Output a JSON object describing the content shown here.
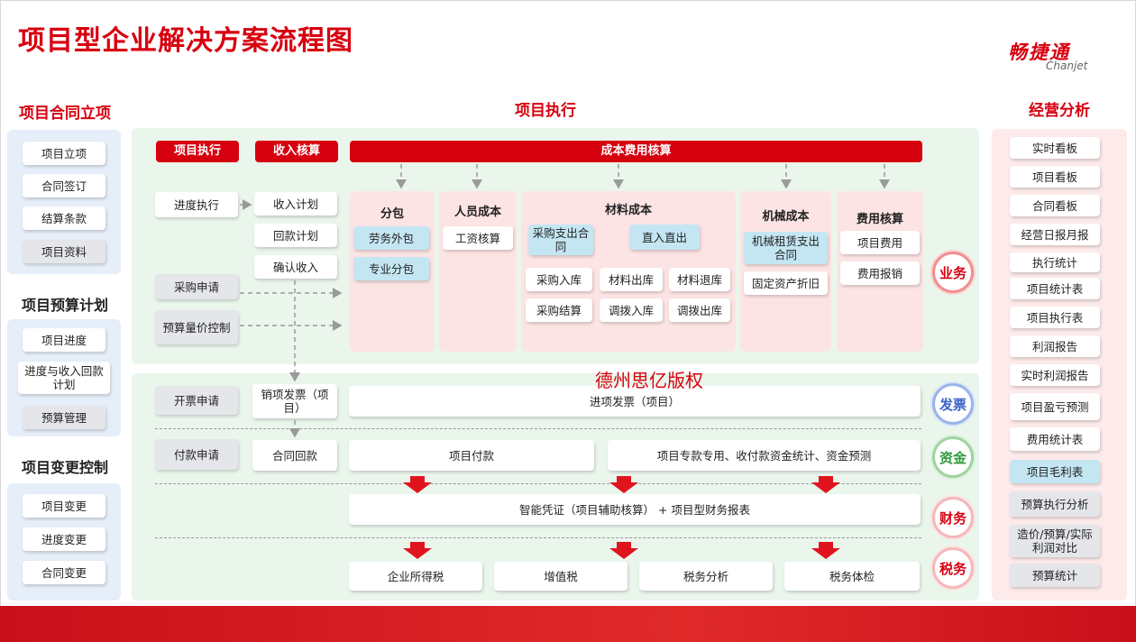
{
  "header": {
    "title": "项目型企业解决方案流程图",
    "logo_cn": "畅捷通",
    "logo_en": "Chanjet"
  },
  "left": {
    "section1_title": "项目合同立项",
    "section1_items": [
      "项目立项",
      "合同签订",
      "结算条款",
      "项目资料"
    ],
    "section2_title": "项目预算计划",
    "section2_items": [
      "项目进度",
      "进度与收入回款计划",
      "预算管理"
    ],
    "section3_title": "项目变更控制",
    "section3_items": [
      "项目变更",
      "进度变更",
      "合同变更"
    ]
  },
  "middle": {
    "title": "项目执行",
    "bar_exec": "项目执行",
    "bar_income": "收入核算",
    "bar_cost": "成本费用核算",
    "exec_items": [
      "进度执行",
      "采购申请",
      "预算量价控制"
    ],
    "income_items": [
      "收入计划",
      "回款计划",
      "确认收入"
    ],
    "subcontract": {
      "title": "分包",
      "items": [
        "劳务外包",
        "专业分包"
      ]
    },
    "labor": {
      "title": "人员成本",
      "items": [
        "工资核算"
      ]
    },
    "material": {
      "title": "材料成本",
      "items": [
        "采购支出合同",
        "直入直出",
        "采购入库",
        "材料出库",
        "材料退库",
        "采购结算",
        "调拨入库",
        "调拨出库"
      ]
    },
    "machine": {
      "title": "机械成本",
      "items": [
        "机械租赁支出合同",
        "固定资产折旧"
      ]
    },
    "expense": {
      "title": "费用核算",
      "items": [
        "项目费用",
        "费用报销"
      ]
    },
    "invoice": {
      "apply": "开票申请",
      "sales": "销项发票（项目）",
      "input": "进项发票（项目）"
    },
    "fund": {
      "apply": "付款申请",
      "contract": "合同回款",
      "pay": "项目付款",
      "special": "项目专款专用、收付款资金统计、资金预测"
    },
    "finance": {
      "voucher": "智能凭证（项目辅助核算）   + 项目型财务报表"
    },
    "tax": {
      "items": [
        "企业所得税",
        "增值税",
        "税务分析",
        "税务体检"
      ]
    },
    "labels": {
      "business": "业务",
      "invoice": "发票",
      "fund": "资金",
      "finance": "财务",
      "tax": "税务"
    },
    "watermark": "德州思亿版权"
  },
  "right": {
    "title": "经营分析",
    "items": [
      "实时看板",
      "项目看板",
      "合同看板",
      "经营日报月报",
      "执行统计",
      "项目统计表",
      "项目执行表",
      "利润报告",
      "实时利润报告",
      "项目盈亏预测",
      "费用统计表",
      "项目毛利表",
      "预算执行分析",
      "造价/预算/实际利润对比",
      "预算统计"
    ]
  },
  "colors": {
    "brand": "#d7000f",
    "left_panel": "#e6eef9",
    "mid_panel": "#eaf6ec",
    "cost_panel": "#fde4e4"
  }
}
